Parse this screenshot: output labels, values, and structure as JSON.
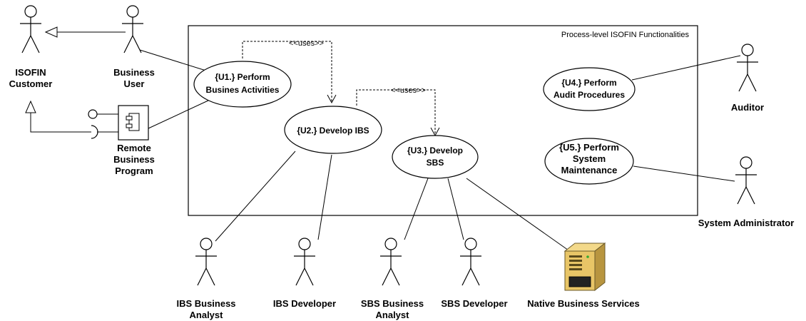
{
  "system_boundary": {
    "title": "Process-level ISOFIN Functionalities"
  },
  "actors": {
    "isofin_customer": [
      "ISOFIN",
      "Customer"
    ],
    "business_user": [
      "Business",
      "User"
    ],
    "remote_business_program": [
      "Remote",
      "Business",
      "Program"
    ],
    "auditor": [
      "Auditor"
    ],
    "system_administrator": [
      "System Administrator"
    ],
    "ibs_business_analyst": [
      "IBS Business",
      "Analyst"
    ],
    "ibs_developer": [
      "IBS Developer"
    ],
    "sbs_business_analyst": [
      "SBS Business",
      "Analyst"
    ],
    "sbs_developer": [
      "SBS Developer"
    ],
    "native_business_services": [
      "Native Business Services"
    ]
  },
  "use_cases": {
    "u1": [
      "{U1.} Perform",
      "Busines Activities"
    ],
    "u2": [
      "{U2.} Develop IBS"
    ],
    "u3": [
      "{U3.} Develop",
      "SBS"
    ],
    "u4": [
      "{U4.} Perform",
      "Audit Procedures"
    ],
    "u5": [
      "{U5.} Perform",
      "System",
      "Maintenance"
    ]
  },
  "relations": {
    "uses_1": "<<uses>>",
    "uses_2": "<<uses>>"
  }
}
